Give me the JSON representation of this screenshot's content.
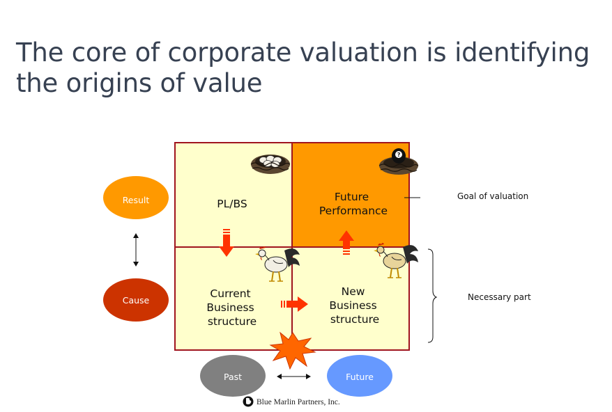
{
  "title": {
    "line1": "The core of corporate valuation is identifying",
    "line2": "the origins of value"
  },
  "quadrants": {
    "top_left": {
      "lines": [
        "PL/BS"
      ]
    },
    "top_right": {
      "lines": [
        "Future",
        "Performance"
      ]
    },
    "bottom_left": {
      "lines": [
        "Current",
        "Business",
        "structure"
      ]
    },
    "bottom_right": {
      "lines": [
        "New",
        "Business",
        "structure"
      ]
    }
  },
  "ovals": {
    "result": "Result",
    "cause": "Cause",
    "past": "Past",
    "future": "Future"
  },
  "side_labels": {
    "goal": "Goal of valuation",
    "necessary": "Necessary part"
  },
  "footer": {
    "company": "Blue Marlin Partners, Inc."
  },
  "icons": {
    "nest_eggs": "nest-with-eggs-icon",
    "nest_question": "nest-with-question-egg-icon",
    "rooster": "rooster-icon",
    "starburst": "starburst-icon",
    "logo": "company-logo-icon"
  },
  "colors": {
    "quadrant_fill": "#FFFFCC",
    "quadrant_highlight": "#FF9900",
    "border": "#A0141E",
    "result_oval": "#FF9900",
    "cause_oval": "#CC3300",
    "past_oval": "#808080",
    "future_oval": "#6699FF",
    "arrow": "#FF3300",
    "title_text": "#374152"
  }
}
